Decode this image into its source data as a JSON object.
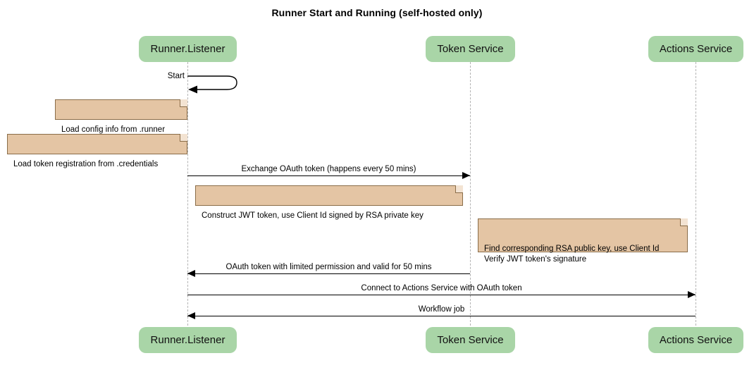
{
  "title": "Runner Start and Running (self-hosted only)",
  "colors": {
    "participant_fill": "#a9d5a7",
    "note_fill": "#e4c5a4",
    "note_border": "#8a6d49",
    "lifeline": "#b3b3b3",
    "arrow": "#000000",
    "background": "#ffffff"
  },
  "participants": [
    {
      "id": "runner-listener",
      "label": "Runner.Listener"
    },
    {
      "id": "token-service",
      "label": "Token Service"
    },
    {
      "id": "actions-service",
      "label": "Actions Service"
    }
  ],
  "participants_bottom": [
    {
      "id": "runner-listener",
      "label": "Runner.Listener"
    },
    {
      "id": "token-service",
      "label": "Token Service"
    },
    {
      "id": "actions-service",
      "label": "Actions Service"
    }
  ],
  "messages": [
    {
      "id": "start",
      "label": "Start",
      "kind": "self",
      "from": "runner-listener",
      "to": "runner-listener"
    },
    {
      "id": "exchange-oauth-token",
      "label": "Exchange OAuth token (happens every 50 mins)",
      "kind": "sync",
      "direction": "right",
      "from": "runner-listener",
      "to": "token-service"
    },
    {
      "id": "oauth-token-reply",
      "label": "OAuth token with limited permission and valid for 50 mins",
      "kind": "sync",
      "direction": "left",
      "from": "token-service",
      "to": "runner-listener"
    },
    {
      "id": "connect-actions-service",
      "label": "Connect to Actions Service with OAuth token",
      "kind": "sync",
      "direction": "right",
      "from": "runner-listener",
      "to": "actions-service"
    },
    {
      "id": "workflow-job",
      "label": "Workflow job",
      "kind": "sync",
      "direction": "left",
      "from": "actions-service",
      "to": "runner-listener"
    }
  ],
  "notes": [
    {
      "id": "load-config-info",
      "text": "Load config info from .runner",
      "over": "runner-listener"
    },
    {
      "id": "load-token-registration",
      "text": "Load token registration from .credentials",
      "over": "runner-listener"
    },
    {
      "id": "construct-jwt-token",
      "text": "Construct JWT token, use Client Id signed by RSA private key",
      "over": "runner-listener"
    },
    {
      "id": "verify-jwt-token",
      "text": "Find corresponding RSA public key, use Client Id\nVerify JWT token's signature",
      "over": "token-service"
    }
  ]
}
